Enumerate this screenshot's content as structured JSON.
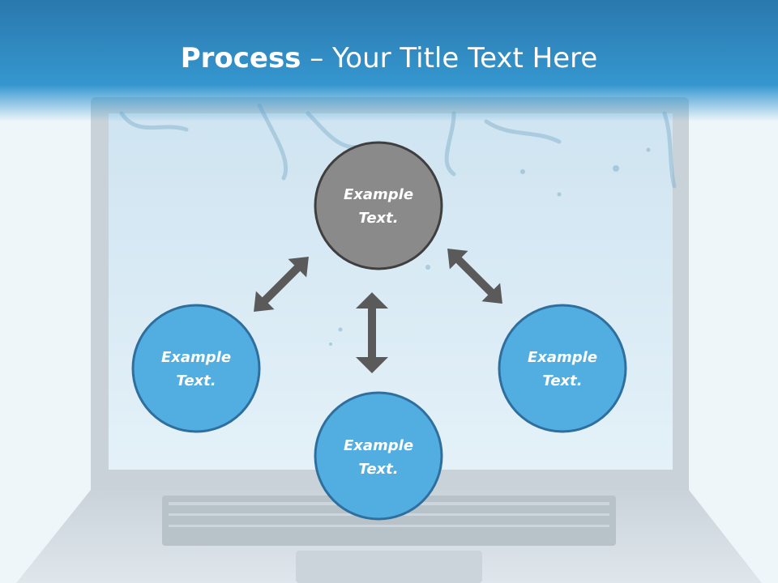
{
  "title": {
    "bold": "Process",
    "rest": " – Your Title Text Here"
  },
  "nodes": [
    {
      "line1": "Example",
      "line2": "Text.",
      "color": "#8a8a8a",
      "border": "#3f3f3f"
    },
    {
      "line1": "Example",
      "line2": "Text.",
      "color": "#52ade0",
      "border": "#2f6f9e"
    },
    {
      "line1": "Example",
      "line2": "Text.",
      "color": "#52ade0",
      "border": "#2f6f9e"
    },
    {
      "line1": "Example",
      "line2": "Text.",
      "color": "#52ade0",
      "border": "#2f6f9e"
    }
  ],
  "arrow_color": "#5a5a5a",
  "colors": {
    "header": "#3597cf",
    "screen": "#d8ebf6"
  }
}
